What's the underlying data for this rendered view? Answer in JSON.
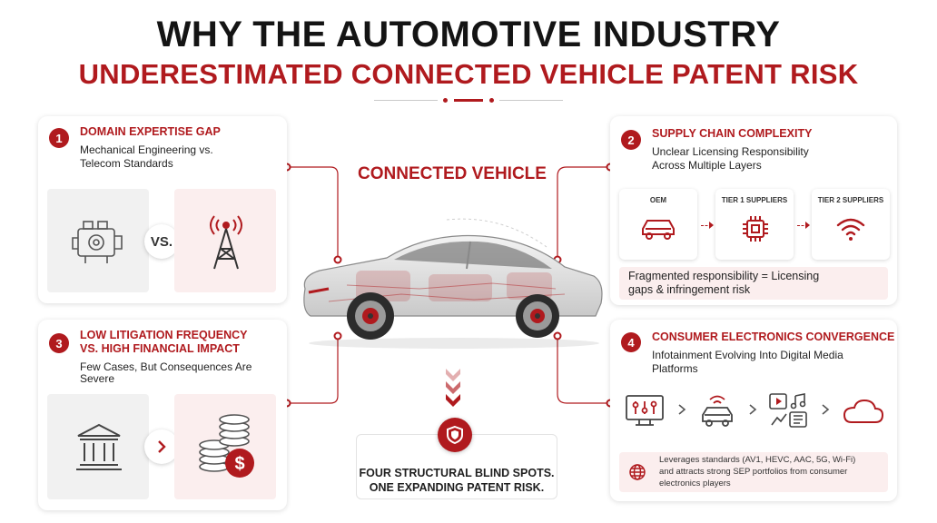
{
  "title": {
    "line1": "WHY THE AUTOMOTIVE INDUSTRY",
    "line2": "UNDERESTIMATED CONNECTED VEHICLE PATENT RISK"
  },
  "colors": {
    "accent": "#b01a1e",
    "dark": "#141414",
    "pink": "#fbeeee",
    "grey": "#f1f1f1"
  },
  "center": {
    "label": "CONNECTED VEHICLE",
    "bottom_line1": "FOUR STRUCTURAL BLIND SPOTS.",
    "bottom_line2": "ONE EXPANDING PATENT RISK."
  },
  "cards": [
    {
      "number": "1",
      "title": "DOMAIN EXPERTISE GAP",
      "subtitle_line1": "Mechanical Engineering vs.",
      "subtitle_line2": "Telecom  Standards",
      "vs_label": "VS.",
      "icons": [
        "engine-icon",
        "cell-tower-icon"
      ]
    },
    {
      "number": "2",
      "title": "SUPPLY CHAIN COMPLEXITY",
      "subtitle_line1": "Unclear Licensing Responsibility",
      "subtitle_line2": "Across Multiple Layers",
      "tiers": [
        "OEM",
        "TIER 1 SUPPLIERS",
        "TIER 2 SUPPLIERS"
      ],
      "note_line1": "Fragmented responsibility = Licensing",
      "note_line2": "gaps & infringement risk"
    },
    {
      "number": "3",
      "title_line1": "LOW LITIGATION FREQUENCY",
      "title_line2": "VS. HIGH FINANCIAL IMPACT",
      "subtitle_line1": "Few Cases, But Consequences Are",
      "subtitle_line2": "Severe",
      "icons": [
        "courthouse-icon",
        "coins-dollar-icon"
      ]
    },
    {
      "number": "4",
      "title": "CONSUMER ELECTRONICS CONVERGENCE",
      "subtitle_line1": "Infotainment Evolving Into Digital Media",
      "subtitle_line2": "Platforms",
      "note_line1": "Leverages standards (AV1, HEVC, AAC, 5G, Wi-Fi)",
      "note_line2": "and attracts strong SEP portfolios from consumer",
      "note_line3": "electronics players"
    }
  ]
}
